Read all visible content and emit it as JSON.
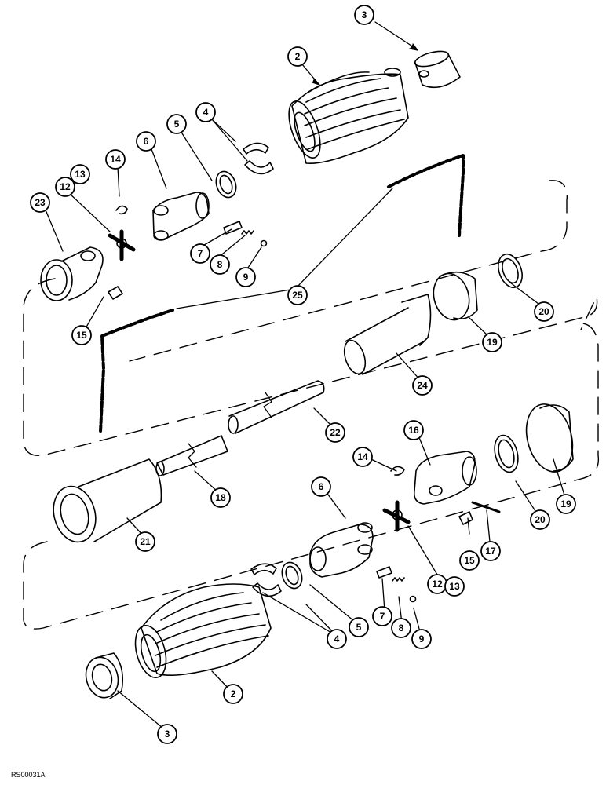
{
  "figure": {
    "code": "RS00031A",
    "ink_color": "#000000",
    "paper_color": "#ffffff"
  },
  "callouts": [
    {
      "id": "c1",
      "number": "3"
    },
    {
      "id": "c2",
      "number": "2"
    },
    {
      "id": "c3",
      "number": "4"
    },
    {
      "id": "c4",
      "number": "5"
    },
    {
      "id": "c5",
      "number": "6"
    },
    {
      "id": "c6",
      "number": "14"
    },
    {
      "id": "c7",
      "number": "13"
    },
    {
      "id": "c8",
      "number": "12"
    },
    {
      "id": "c9",
      "number": "23"
    },
    {
      "id": "c10",
      "number": "7"
    },
    {
      "id": "c11",
      "number": "8"
    },
    {
      "id": "c12",
      "number": "9"
    },
    {
      "id": "c13",
      "number": "25"
    },
    {
      "id": "c14",
      "number": "15"
    },
    {
      "id": "c15",
      "number": "20"
    },
    {
      "id": "c16",
      "number": "19"
    },
    {
      "id": "c17",
      "number": "24"
    },
    {
      "id": "c18",
      "number": "22"
    },
    {
      "id": "c19",
      "number": "16"
    },
    {
      "id": "c20",
      "number": "14"
    },
    {
      "id": "c21",
      "number": "18"
    },
    {
      "id": "c22",
      "number": "6"
    },
    {
      "id": "c23",
      "number": "21"
    },
    {
      "id": "c24",
      "number": "12"
    },
    {
      "id": "c25",
      "number": "13"
    },
    {
      "id": "c26",
      "number": "15"
    },
    {
      "id": "c27",
      "number": "17"
    },
    {
      "id": "c28",
      "number": "20"
    },
    {
      "id": "c29",
      "number": "19"
    },
    {
      "id": "c30",
      "number": "7"
    },
    {
      "id": "c31",
      "number": "8"
    },
    {
      "id": "c32",
      "number": "9"
    },
    {
      "id": "c33",
      "number": "5"
    },
    {
      "id": "c34",
      "number": "4"
    },
    {
      "id": "c35",
      "number": "2"
    },
    {
      "id": "c36",
      "number": "3"
    }
  ]
}
